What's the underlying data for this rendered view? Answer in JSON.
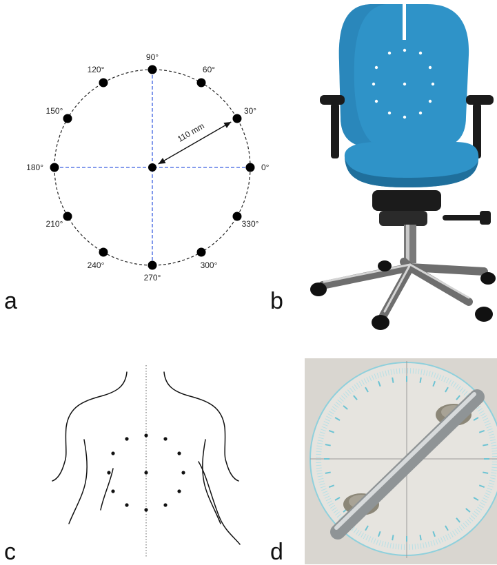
{
  "panels": {
    "a": {
      "letter": "a",
      "dimension_label": "110 mm",
      "angles": [
        {
          "label": "0°"
        },
        {
          "label": "30°"
        },
        {
          "label": "60°"
        },
        {
          "label": "90°"
        },
        {
          "label": "120°"
        },
        {
          "label": "150°"
        },
        {
          "label": "180°"
        },
        {
          "label": "210°"
        },
        {
          "label": "240°"
        },
        {
          "label": "270°"
        },
        {
          "label": "300°"
        },
        {
          "label": "330°"
        }
      ]
    },
    "b": {
      "letter": "b"
    },
    "c": {
      "letter": "c"
    },
    "d": {
      "letter": "d"
    }
  },
  "colors": {
    "axis_line": "#3a5fe0",
    "dot": "#000000",
    "chair_blue": "#2f93c8",
    "chair_dark": "#1b1b1b",
    "board_bg": "#d9d6d0",
    "protractor_tick": "#6cc3d3"
  }
}
